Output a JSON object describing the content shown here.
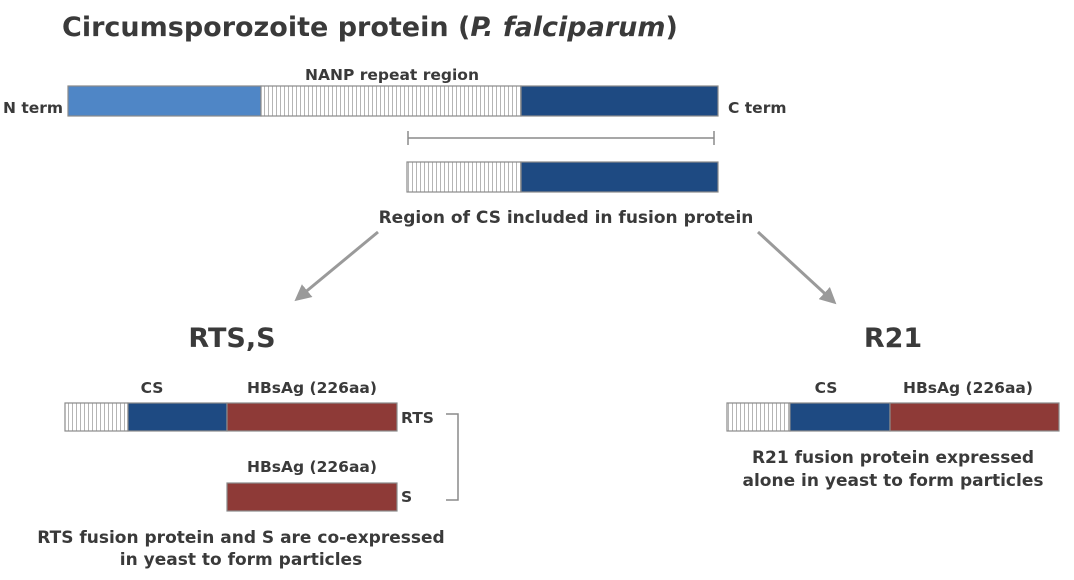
{
  "title": {
    "prefix": "Circumsporozoite protein (",
    "italic": "P. falciparum",
    "suffix": ")"
  },
  "top": {
    "repeat_label": "NANP repeat region",
    "n_term": "N term",
    "c_term": "C term",
    "fusion_caption": "Region of CS included in fusion protein"
  },
  "rtss": {
    "heading": "RTS,S",
    "cs_label": "CS",
    "hbsag_label": "HBsAg (226aa)",
    "rts_label": "RTS",
    "hbsag_label_2": "HBsAg (226aa)",
    "s_label": "S",
    "caption_line1": "RTS fusion protein and S are co-expressed",
    "caption_line2": "in yeast to form particles"
  },
  "r21": {
    "heading": "R21",
    "cs_label": "CS",
    "hbsag_label": "HBsAg (226aa)",
    "caption_line1": "R21 fusion protein expressed",
    "caption_line2": "alone in yeast to form particles"
  },
  "colors": {
    "n_term_segment": "#4f86c6",
    "c_term_segment": "#1e4a82",
    "hbsag_segment": "#8e3a37",
    "repeat_background": "#ffffff",
    "repeat_hatch": "#b5b5b5",
    "text": "#3a3a3a",
    "arrow": "#9a9a9a"
  }
}
